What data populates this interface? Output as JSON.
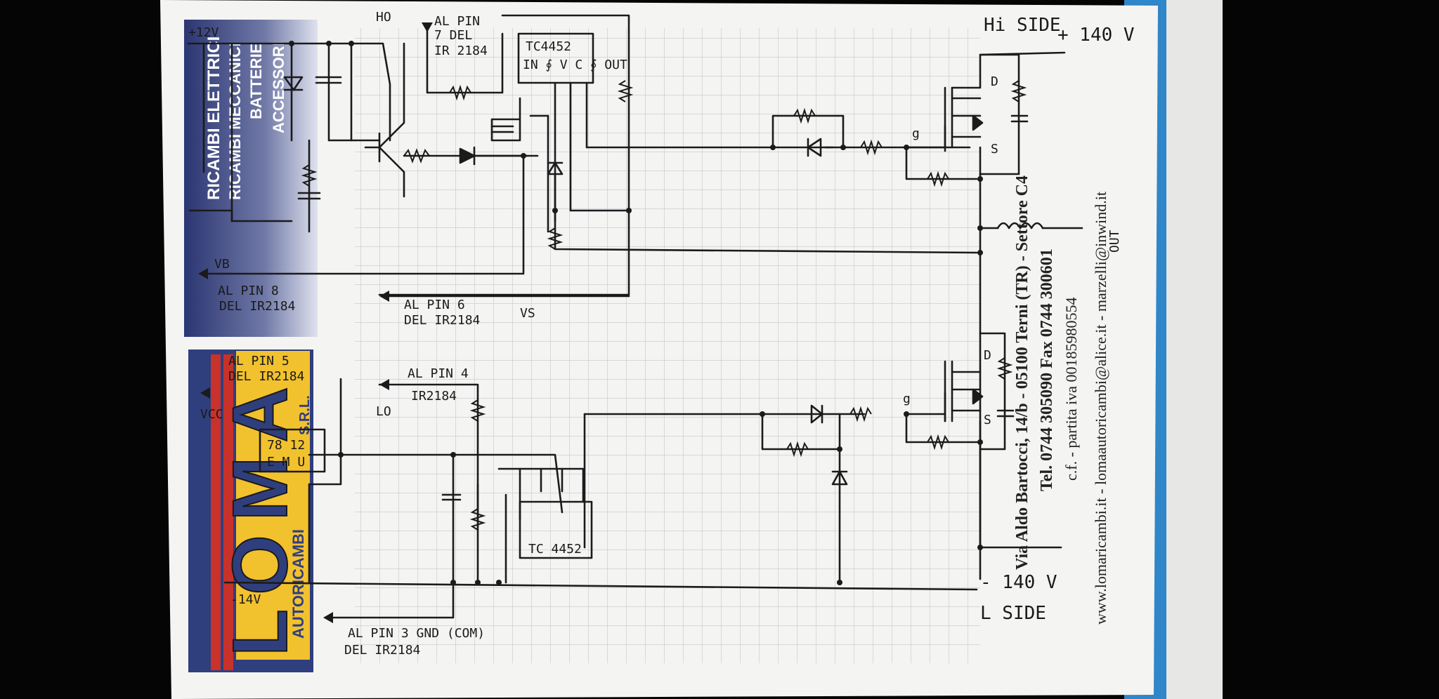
{
  "banner": {
    "line1": "RICAMBI ELETTRICI",
    "line2": "RICAMBI MECCANICI",
    "line3": "BATTERIE",
    "line4": "ACCESSORI"
  },
  "logo": {
    "letters": "LOMA",
    "srl": "S.R.L.",
    "sub": "AUTORICAMBI"
  },
  "address": {
    "line1": "Via Aldo Bartocci, 14/b - 05100 Terni (TR) - Settore C4",
    "line2": "Tel. 0744 305090 Fax 0744 300601",
    "line3": "c.f. - partita iva 00185980554",
    "line4": "www.lomaricambi.it - lomaautoricambi@alice.it - marzelli@inwind.it"
  },
  "labels": {
    "plus12v": "+12V",
    "ho": "HO",
    "al_pin_del_top": "AL PIN 7 DEL IR2184",
    "tc_top": "TC4452",
    "tc_top_pins": "IN ∮ V C ∮ OUT",
    "hi_side": "Hi SIDE",
    "plus140": "+ 140 V",
    "vb": "VB",
    "pin8_1": "AL PIN 8",
    "pin8_2": "DEL IR2184",
    "pin6_1": "AL PIN 6",
    "pin6_2": "DEL IR2184",
    "vs": "VS",
    "pin5_1": "AL PIN 5",
    "pin5_2": "DEL IR2184",
    "vcc": "VCC",
    "pin4_1": "AL PIN 4",
    "pin4_2": "IR2184",
    "lo": "LO",
    "reg": "78 12",
    "reg_pins": "E M U",
    "tc_bot": "TC 4452",
    "minus14v": "-14V",
    "pin3_1": "AL PIN 3 GND (COM)",
    "pin3_2": "DEL IR2184",
    "minus140": "- 140 V",
    "l_side": "L SIDE",
    "out": "OUT",
    "d_top": "D",
    "s_top": "S",
    "g_top": "g",
    "d_bot": "D",
    "s_bot": "S",
    "g_bot": "g"
  },
  "colors": {
    "paper": "#f4f4f2",
    "grid": "#c8cbd0",
    "banner_blue": "#2f3f7e",
    "logo_red": "#c8322a",
    "logo_yellow": "#f2c12e",
    "frame_blue": "#2f86c8"
  }
}
